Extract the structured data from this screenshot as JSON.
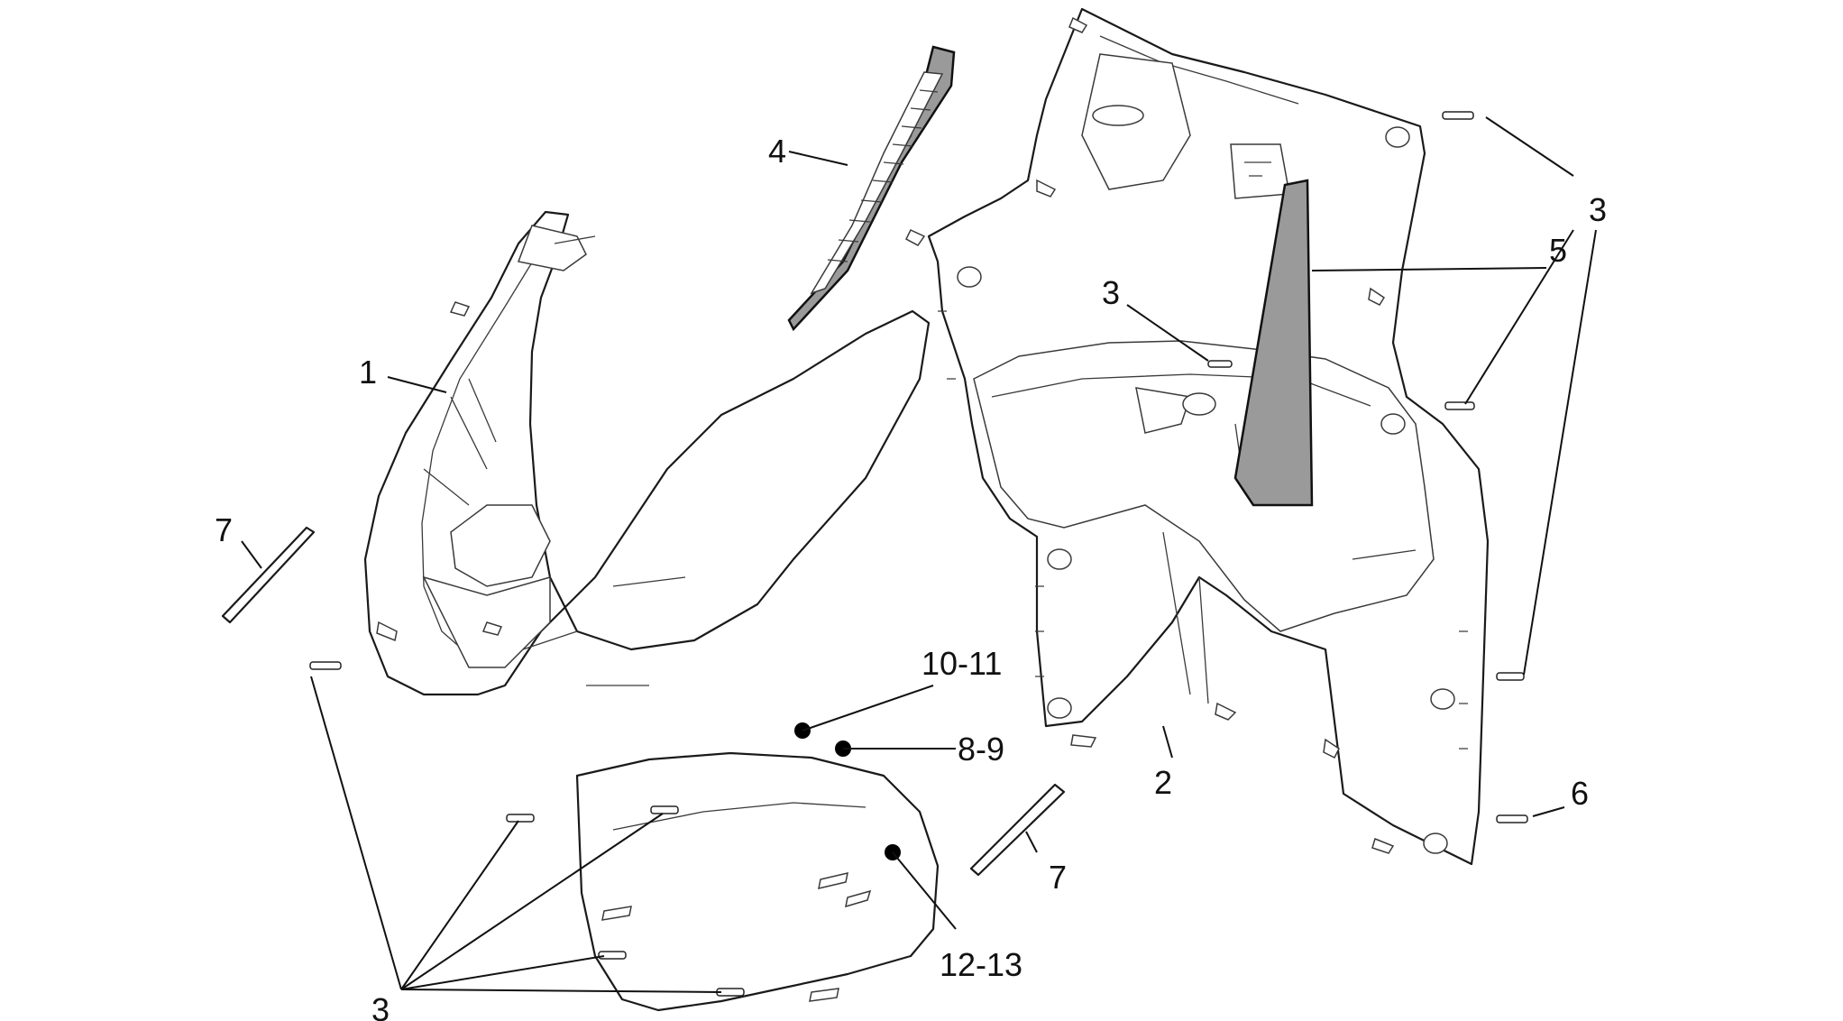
{
  "callouts": {
    "c1": "1",
    "c2": "2",
    "c3_upper_right": "3",
    "c3_middle": "3",
    "c3_bottom_left": "3",
    "c4": "4",
    "c5": "5",
    "c6": "6",
    "c7_left": "7",
    "c7_right": "7",
    "c8_9": "8-9",
    "c10_11": "10-11",
    "c12_13": "12-13"
  }
}
